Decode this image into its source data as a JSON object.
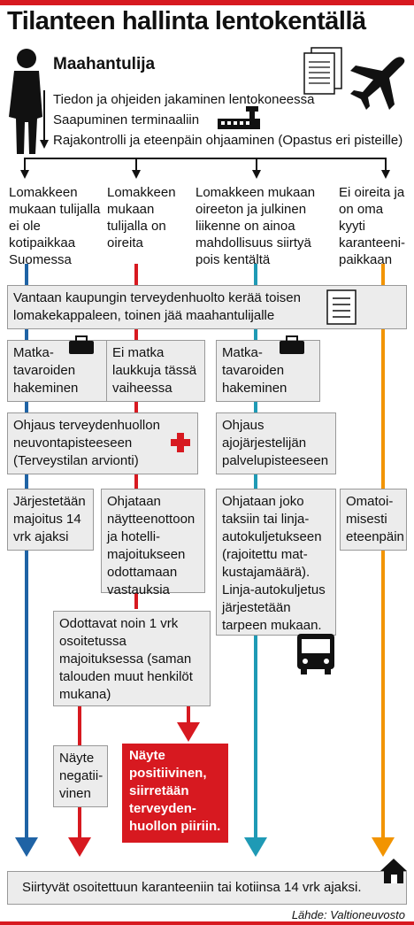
{
  "title": "Tilanteen hallinta lentokentällä",
  "subtitle": "Maahantulija",
  "steps": [
    "Tiedon ja ohjeiden jakaminen lentokoneessa",
    "Saapuminen terminaaliin",
    "Rajakontrolli ja eteenpäin ohjaaminen (Opastus eri pisteille)"
  ],
  "columns": [
    "Lomakkeen mukaan tulijalla ei ole kotipaikkaa Suomessa",
    "Lomakkeen mukaan tulijalla on oireita",
    "Lomakkeen mukaan oireeton ja julkinen liikenne on ainoa mahdollisuus siirtyä pois kentältä",
    "Ei oireita ja on oma kyyti karanteeni-paikkaan"
  ],
  "vantaa_box": "Vantaan kaupungin terveydenhuolto kerää toisen lomakekappaleen, toinen jää maahantulijalle",
  "luggage": {
    "col1": "Matka-tavaroiden hakeminen",
    "col2": "Ei matka laukkuja tässä vaiheessa",
    "col3": "Matka-tavaroiden hakeminen"
  },
  "guidance": {
    "health": "Ohjaus terveydenhuollon neuvontapisteeseen (Terveystilan arvionti)",
    "transport": "Ohjaus ajojärjestelijän palvelupisteeseen"
  },
  "outcomes": {
    "col1": "Järjestetään majoitus 14 vrk ajaksi",
    "col2": "Ohjataan näytteenottoon ja hotelli-majoitukseen odottamaan vastauksia",
    "col3": "Ohjataan joko taksiin tai linja-autokuljetukseen (rajoitettu mat-kustajamäärä). Linja-autokuljetus järjestetään tarpeen mukaan.",
    "col4": "Omatoi-misesti eteenpäin"
  },
  "wait_box": "Odottavat noin 1 vrk osoitetussa majoituksessa (saman talouden muut henkilöt mukana)",
  "negative": "Näyte negatii-vinen",
  "positive": "Näyte positiivinen, siirretään terveyden-huollon piiriin.",
  "final": "Siirtyvät osoitettuun karanteeniin tai kotiinsa 14 vrk ajaksi.",
  "source": "Lähde: Valtioneuvosto",
  "colors": {
    "blue": "#1f63a5",
    "red": "#d71920",
    "teal": "#1f9ab5",
    "orange": "#f29400",
    "box": "#ececec"
  },
  "icons": [
    "person-icon",
    "documents-icon",
    "airplane-icon",
    "terminal-icon",
    "form-icon",
    "suitcase-icon",
    "red-cross-icon",
    "bus-icon",
    "house-icon"
  ]
}
